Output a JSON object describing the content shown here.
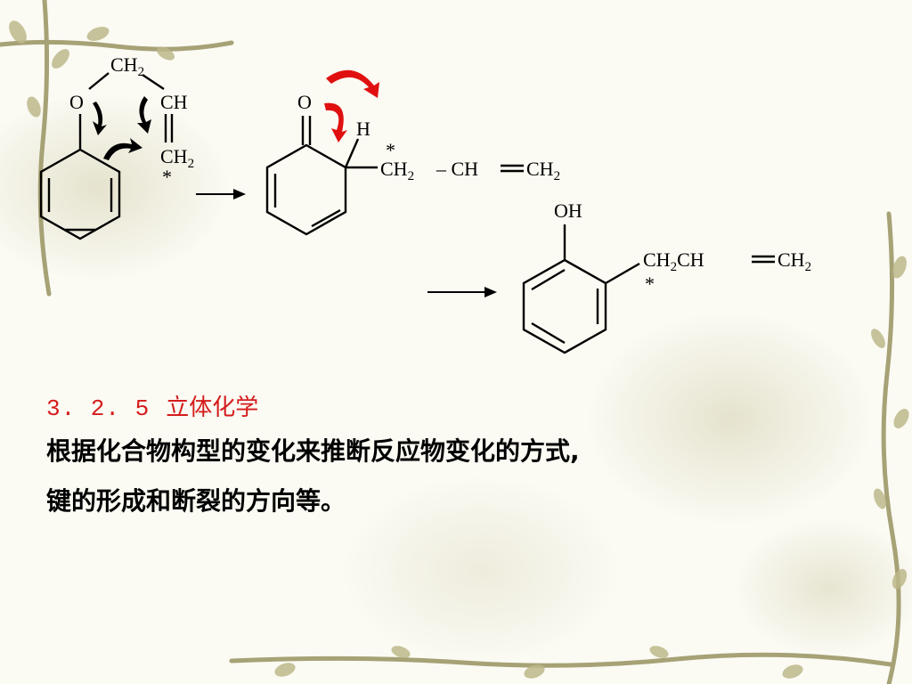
{
  "colors": {
    "section_title": "#d41c1c",
    "arrow_red": "#e01010",
    "border_vine": "#a6a276"
  },
  "reaction": {
    "reactant": {
      "ch2_top": "CH",
      "ch2_top_sub": "2",
      "o_label": "O",
      "ch_label": "CH",
      "ch2_bottom": "CH",
      "ch2_bottom_sub": "2",
      "star": "*"
    },
    "intermediate": {
      "o_label": "O",
      "h_label": "H",
      "star": "*",
      "chain_1": "CH",
      "chain_1_sub": "2",
      "chain_2": "– CH",
      "chain_3": "CH",
      "chain_3_sub": "2"
    },
    "product": {
      "oh_label": "OH",
      "chain_1": "CH",
      "chain_1_sub": "2",
      "chain_2": "CH",
      "chain_3": "CH",
      "chain_3_sub": "2",
      "star": "*"
    }
  },
  "section": {
    "number": "3. 2. 5",
    "title": "立体化学"
  },
  "body": {
    "line1": "根据化合物构型的变化来推断反应物变化的方式,",
    "line2": "键的形成和断裂的方向等。"
  }
}
